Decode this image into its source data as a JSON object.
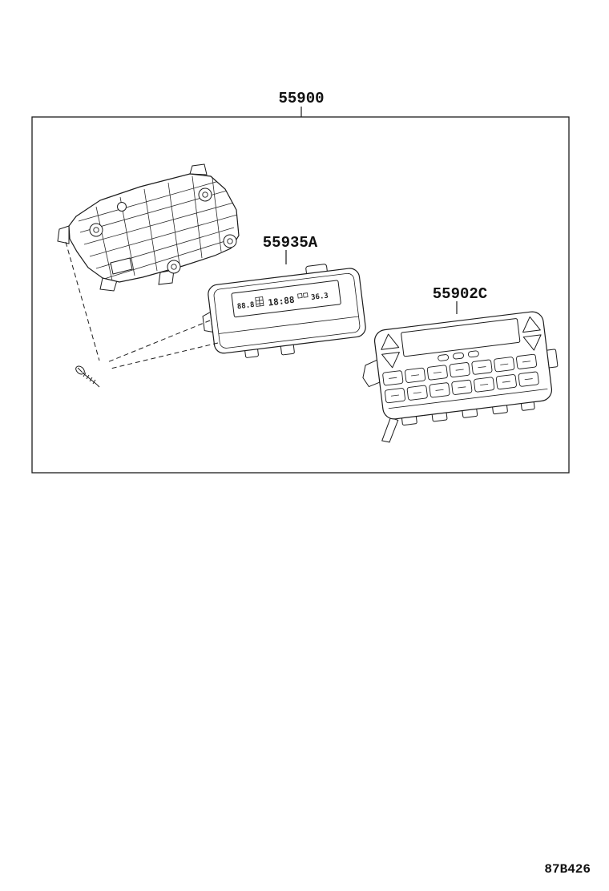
{
  "diagram": {
    "assembly_label": "55900",
    "parts": [
      {
        "id": "55935A",
        "name": "control-display-panel"
      },
      {
        "id": "55902C",
        "name": "air-conditioner-control-panel"
      }
    ],
    "figure_code": "87B426",
    "display_readout": {
      "left_temp": "88.8",
      "clock": "18:88",
      "right_temp": "36.3"
    },
    "icons": {
      "display_block_icon": "segment-block-icon",
      "display_mode_icons": "mode-dot-icons"
    },
    "colors": {
      "line": "#1c1c1c",
      "background": "#ffffff"
    }
  }
}
